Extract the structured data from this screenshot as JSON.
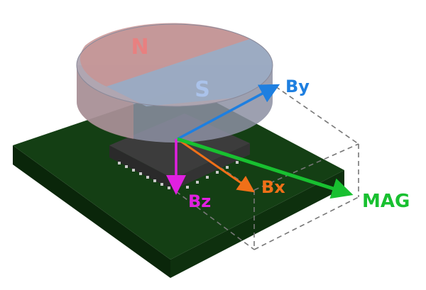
{
  "magnet": {
    "pole_north": "N",
    "pole_south": "S"
  },
  "vectors": {
    "by": "By",
    "bx": "Bx",
    "bz": "Bz",
    "mag": "MAG"
  },
  "colors": {
    "by": "#1e7fe0",
    "bx": "#f07018",
    "bz": "#e020e0",
    "mag": "#18c030",
    "pcb_top": "#123d12",
    "pcb_side": "#0c2a0c",
    "chip": "#3a3a3a",
    "magnet_n": "#c48a8a",
    "magnet_s": "#8aa0bc",
    "pole_n_text": "#e88080",
    "pole_s_text": "#a8c0e8"
  }
}
